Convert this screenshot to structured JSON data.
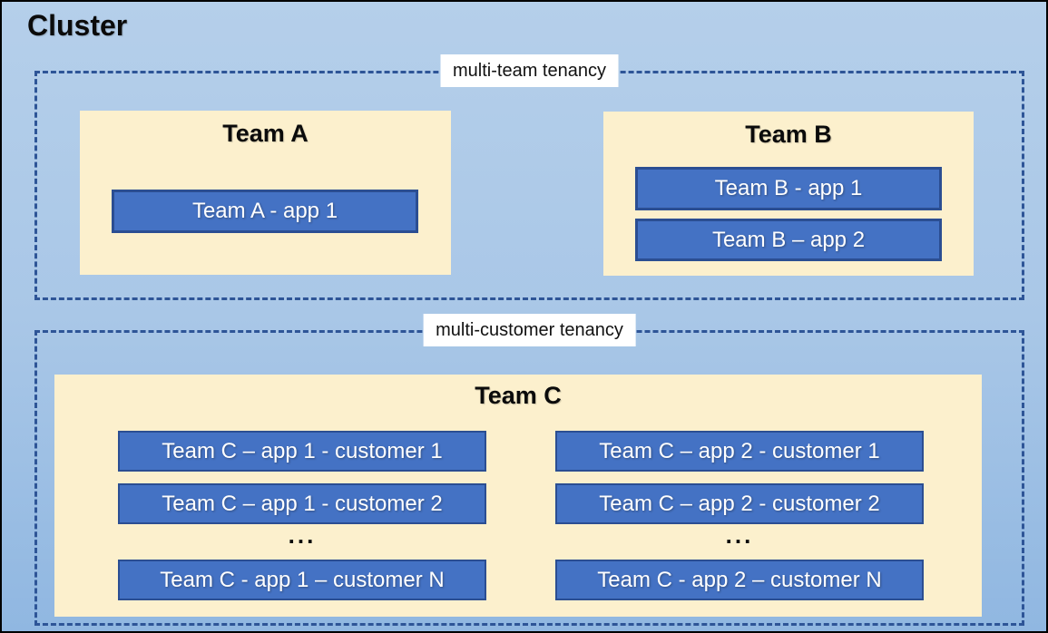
{
  "diagram": {
    "title": "Cluster",
    "groups": [
      {
        "label": "multi-team tenancy",
        "teams": [
          {
            "name": "Team A",
            "apps": [
              "Team A - app 1"
            ]
          },
          {
            "name": "Team B",
            "apps": [
              "Team B - app 1",
              "Team B – app 2"
            ]
          }
        ]
      },
      {
        "label": "multi-customer tenancy",
        "teams": [
          {
            "name": "Team C",
            "columns": [
              {
                "apps": [
                  "Team C – app 1 - customer 1",
                  "Team C – app 1 - customer 2"
                ],
                "ellipsis": "...",
                "last_app": "Team C - app 1 – customer N"
              },
              {
                "apps": [
                  "Team C – app 2 - customer 1",
                  "Team C – app 2 - customer 2"
                ],
                "ellipsis": "...",
                "last_app": "Team C - app 2 – customer N"
              }
            ]
          }
        ]
      }
    ],
    "colors": {
      "cluster_background_top": "#B5CFEA",
      "cluster_background_bottom": "#90B7E1",
      "cluster_border": "#000000",
      "dashed_border": "#2E5597",
      "team_box_fill": "#FCF0CD",
      "app_box_fill": "#4472C4",
      "app_box_border": "#2B4E92",
      "app_text": "#FFFFFF",
      "label_background": "#FFFFFF",
      "title_text": "#0B0B0B"
    }
  }
}
